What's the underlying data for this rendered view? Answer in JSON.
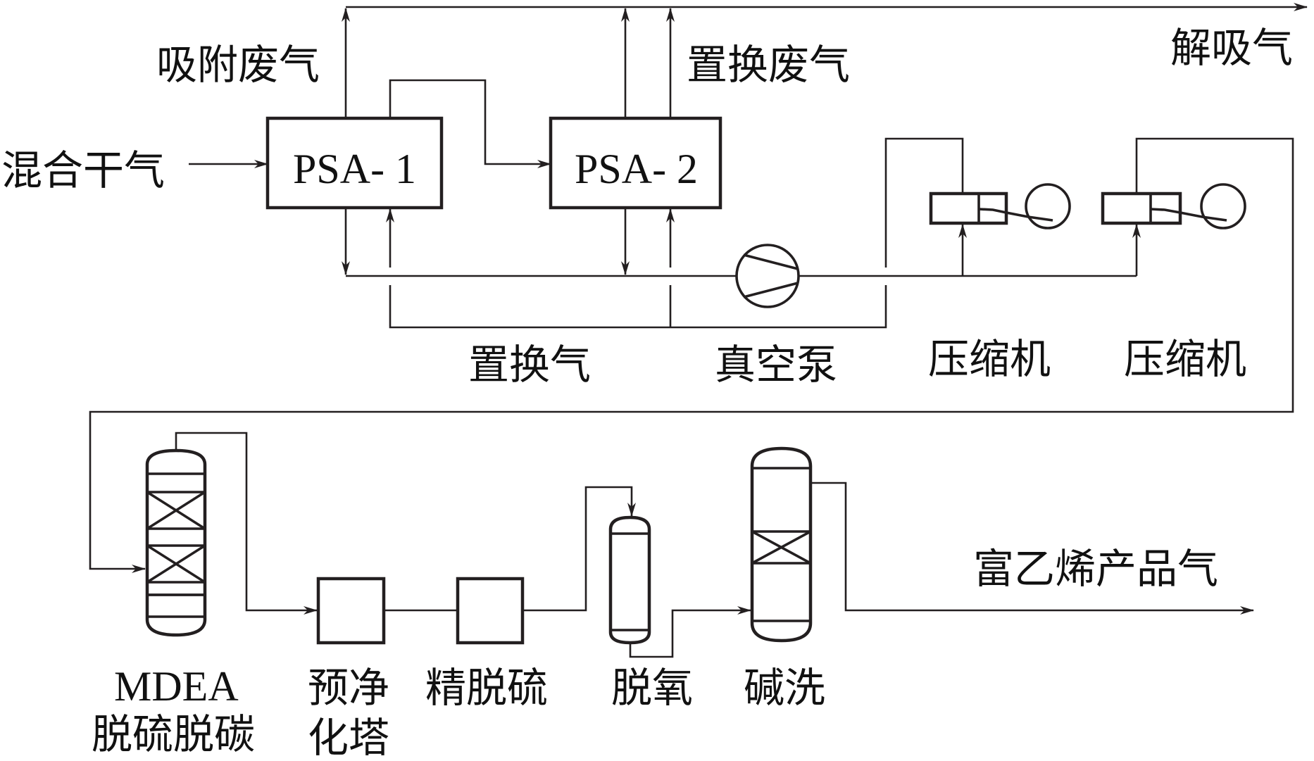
{
  "diagram": {
    "title": "富乙烯气提纯工艺流程",
    "streams": {
      "feed": "混合干气",
      "adsorption_waste": "吸附废气",
      "displacement_waste": "置换废气",
      "desorption_gas": "解吸气",
      "displacement_gas": "置换气",
      "product": "富乙烯产品气"
    },
    "units": {
      "psa1": "PSA- 1",
      "psa2": "PSA- 2",
      "vacuum_pump": "真空泵",
      "compressor1": "压缩机",
      "compressor2": "压缩机",
      "mdea_line1": "MDEA",
      "mdea_line2": "脱硫脱碳",
      "prepurifier_line1": "预净",
      "prepurifier_line2": "化塔",
      "fine_desulfurization": "精脱硫",
      "deoxygenation": "脱氧",
      "caustic_wash": "碱洗"
    },
    "colors": {
      "line": "#231f20",
      "text": "#111111",
      "background": "#ffffff"
    }
  }
}
